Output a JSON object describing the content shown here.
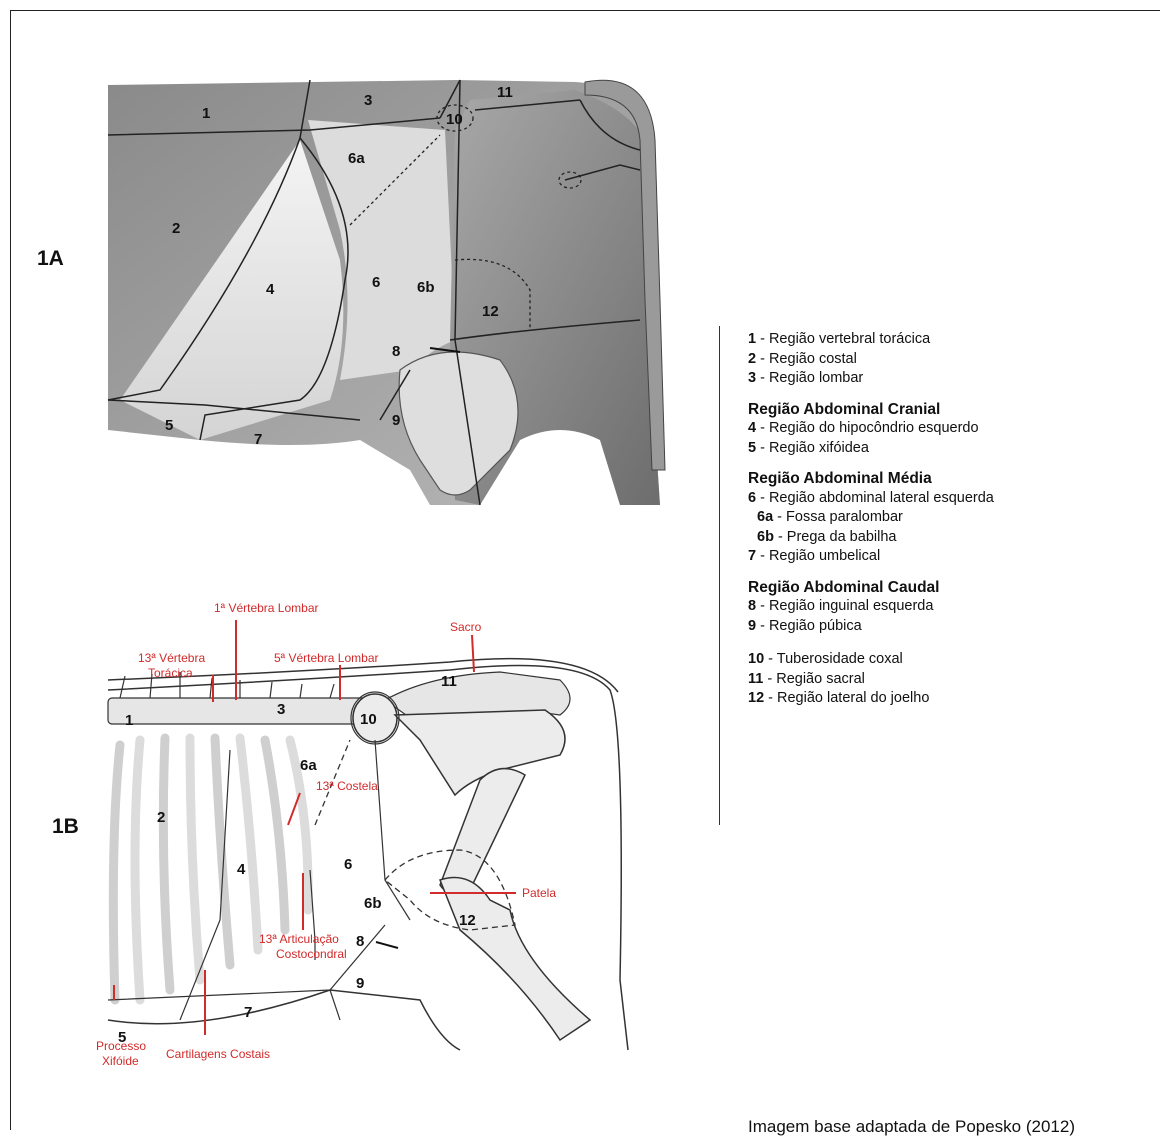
{
  "panels": {
    "a_label": "1A",
    "b_label": "1B"
  },
  "diagram_a": {
    "region_numbers": [
      "1",
      "2",
      "3",
      "4",
      "5",
      "6",
      "6a",
      "6b",
      "7",
      "8",
      "9",
      "10",
      "11",
      "12"
    ]
  },
  "diagram_b": {
    "region_numbers": [
      "1",
      "2",
      "3",
      "4",
      "5",
      "6",
      "6a",
      "6b",
      "7",
      "8",
      "9",
      "10",
      "11",
      "12"
    ],
    "annotations": {
      "vertebra_lombar_1": "1ª Vértebra Lombar",
      "vertebra_toracica_13_line1": "13ª Vértebra",
      "vertebra_toracica_13_line2": "Torácica",
      "vertebra_lombar_5": "5ª Vértebra Lombar",
      "sacro": "Sacro",
      "costela_13": "13ª Costela",
      "patela": "Patela",
      "articulacao_line1": "13ª Articulação",
      "articulacao_line2": "Costocondral",
      "xifoide_line1": "Processo",
      "xifoide_line2": "Xifóide",
      "cartilagens": "Cartilagens Costais"
    },
    "annotation_color": "#d12b2b"
  },
  "legend": {
    "groups": [
      {
        "heading": "",
        "items": [
          {
            "num": "1",
            "label": " - Região vertebral torácica",
            "sub": false
          },
          {
            "num": "2",
            "label": " - Região costal",
            "sub": false
          },
          {
            "num": "3",
            "label": " - Região lombar",
            "sub": false
          }
        ]
      },
      {
        "heading": "Região Abdominal Cranial",
        "items": [
          {
            "num": "4",
            "label": " - Região do hipocôndrio esquerdo",
            "sub": false
          },
          {
            "num": "5",
            "label": " - Região xifóidea",
            "sub": false
          }
        ]
      },
      {
        "heading": "Região Abdominal Média",
        "items": [
          {
            "num": "6",
            "label": " - Região abdominal lateral esquerda",
            "sub": false
          },
          {
            "num": "6a",
            "label": " - Fossa paralombar",
            "sub": true
          },
          {
            "num": "6b",
            "label": " - Prega da babilha",
            "sub": true
          },
          {
            "num": "7",
            "label": " - Região umbelical",
            "sub": false
          }
        ]
      },
      {
        "heading": "Região Abdominal Caudal",
        "items": [
          {
            "num": "8",
            "label": " - Região inguinal esquerda",
            "sub": false
          },
          {
            "num": "9",
            "label": " - Região púbica",
            "sub": false
          }
        ]
      },
      {
        "heading": "",
        "items": [
          {
            "num": "10",
            "label": " - Tuberosidade coxal",
            "sub": false
          },
          {
            "num": "11",
            "label": " - Região sacral",
            "sub": false
          },
          {
            "num": "12",
            "label": " - Região lateral do joelho",
            "sub": false
          }
        ]
      }
    ]
  },
  "credit": "Imagem base adaptada de Popesko (2012)"
}
